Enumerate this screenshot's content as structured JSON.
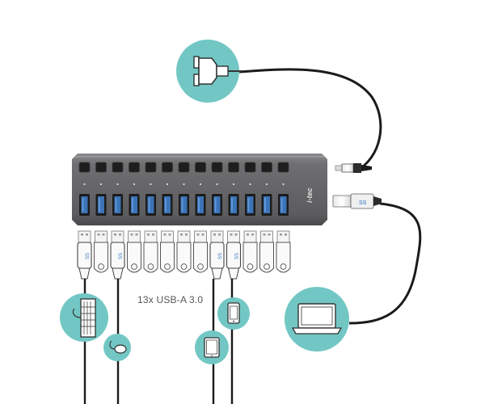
{
  "hub": {
    "brand": "i-tec",
    "port_count": 13,
    "caption": "13x USB-A 3.0"
  },
  "connected_devices": [
    "keyboard",
    "mouse",
    "tablet",
    "smartphone"
  ],
  "icons": {
    "power": "power-plug-icon",
    "computer": "laptop-icon",
    "keyboard": "keyboard-icon",
    "mouse": "mouse-icon",
    "tablet": "tablet-icon",
    "phone": "smartphone-icon"
  },
  "colors": {
    "circle": "#72c7c4",
    "hub_body": "#6a6a6c",
    "port_blue": "#3c74b8",
    "cable": "#1b1b1b"
  }
}
